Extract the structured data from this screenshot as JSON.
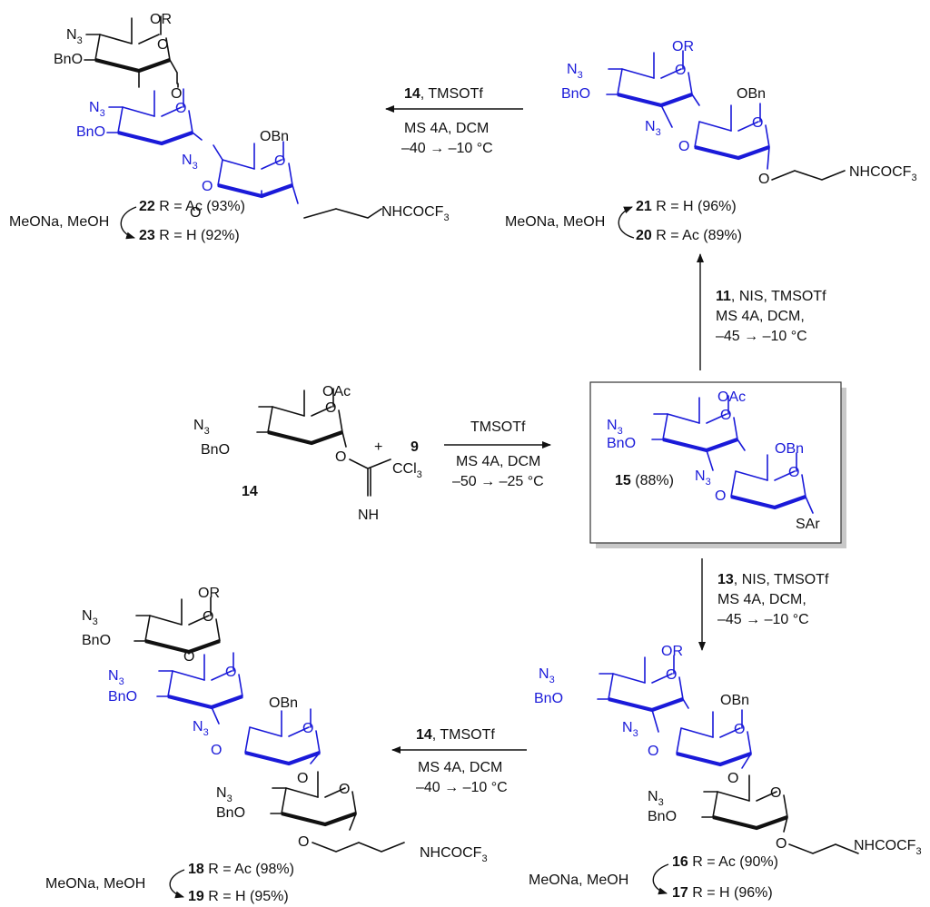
{
  "colors": {
    "ink": "#111111",
    "highlight": "#1a1ad9"
  },
  "labels": {
    "or": "OR",
    "obn": "OBn",
    "oac": "OAc",
    "bno": "BnO",
    "o": "O",
    "n3": "N",
    "n3_sub": "3",
    "linker": "NHCOCF",
    "linker_sub": "3",
    "sar": "SAr",
    "ccl3": "CCl",
    "ccl3_sub": "3",
    "nh": "NH",
    "plus": "+"
  },
  "compounds": {
    "c14": "14",
    "c9": "9",
    "c15": "15",
    "c15_yield": " (88%)",
    "c22": "22",
    "c22_text": " R = Ac (93%)",
    "c23": "23",
    "c23_text": " R = H (92%)",
    "c21": "21",
    "c21_text": " R = H (96%)",
    "c20": "20",
    "c20_text": " R = Ac (89%)",
    "c16": "16",
    "c16_text": " R = Ac (90%)",
    "c17": "17",
    "c17_text": " R = H (96%)",
    "c18": "18",
    "c18_text": " R = Ac (98%)",
    "c19": "19",
    "c19_text": " R = H (95%)"
  },
  "conditions": {
    "top_left": {
      "donor": "14",
      "reagent": ", TMSOTf",
      "line2": "MS 4A, DCM",
      "line3": "–40 → –10 °C"
    },
    "middle": {
      "reagent": "TMSOTf",
      "line2": "MS 4A, DCM",
      "line3": "–50 → –25 °C"
    },
    "up": {
      "acceptor": "11",
      "reagent": ", NIS, TMSOTf",
      "line2": "MS 4A, DCM,",
      "line3": "–45 → –10 °C"
    },
    "down": {
      "acceptor": "13",
      "reagent": ", NIS, TMSOTf",
      "line2": "MS 4A, DCM,",
      "line3": "–45 → –10 °C"
    },
    "bottom_left": {
      "donor": "14",
      "reagent": ", TMSOTf",
      "line2": "MS 4A, DCM",
      "line3": "–40 → –10 °C"
    },
    "deprotect": "MeONa, MeOH"
  }
}
